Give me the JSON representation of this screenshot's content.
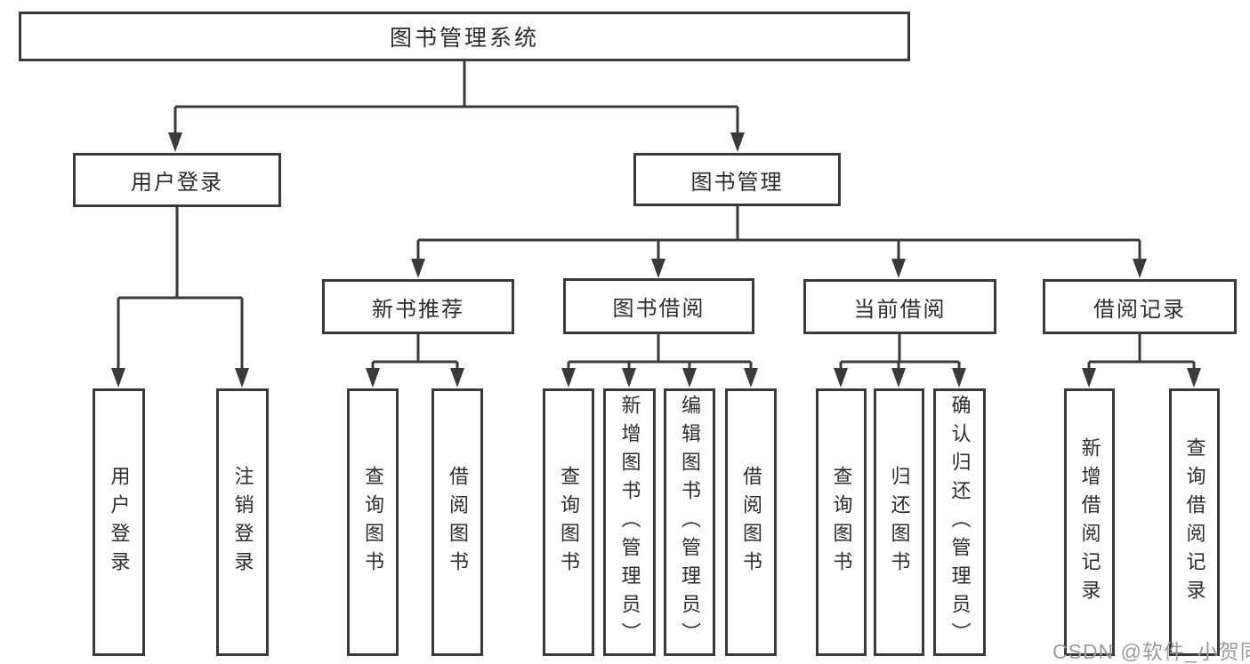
{
  "colors": {
    "line": "#3a3a3a",
    "box_border": "#3a3a3a",
    "text": "#2d2d2d",
    "watermark_text": "#9c9c9c",
    "background": "#ffffff"
  },
  "root": {
    "label": "图书管理系统"
  },
  "branches": [
    {
      "label": "用户登录",
      "children": [
        {
          "label": "用户登录"
        },
        {
          "label": "注销登录"
        }
      ]
    },
    {
      "label": "图书管理",
      "children": [
        {
          "label": "新书推荐",
          "children": [
            {
              "label": "查询图书"
            },
            {
              "label": "借阅图书"
            }
          ]
        },
        {
          "label": "图书借阅",
          "children": [
            {
              "label": "查询图书"
            },
            {
              "label": "新增图书（管理员）"
            },
            {
              "label": "编辑图书（管理员）"
            },
            {
              "label": "借阅图书"
            }
          ]
        },
        {
          "label": "当前借阅",
          "children": [
            {
              "label": "查询图书"
            },
            {
              "label": "归还图书"
            },
            {
              "label": "确认归还（管理员）"
            }
          ]
        },
        {
          "label": "借阅记录",
          "children": [
            {
              "label": "新增借阅记录"
            },
            {
              "label": "查询借阅记录"
            }
          ]
        }
      ]
    }
  ],
  "watermark": {
    "text": "CSDN @软件_小贺同学"
  }
}
